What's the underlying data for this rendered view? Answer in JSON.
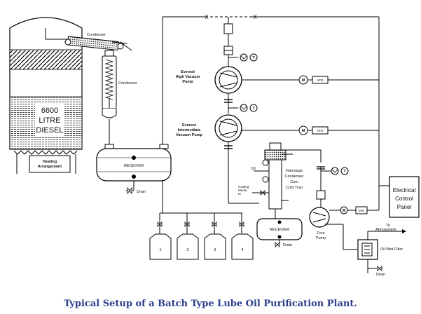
{
  "caption": "Typical Setup of a Batch Type Lube Oil Purification Plant.",
  "labels": {
    "tank_capacity": "6600",
    "tank_unit": "LITRE",
    "tank_fluid": "DIESEL",
    "heating_1": "Heating",
    "heating_2": "Arrangement",
    "condenser_top": "Condenser",
    "condenser_side": "Condenser",
    "receiver_left": "RECEIVER",
    "receiver_bottom": "RECEIVER",
    "drain_left": "Drain",
    "drain_receiver": "Drain",
    "drain_filter": "Drain",
    "pump1_line1": "Everest",
    "pump1_line2": "High Vacuum",
    "pump1_line3": "Pump",
    "pump2_line1": "Everest",
    "pump2_line2": "Intermediate",
    "pump2_line3": "Vacuum Pump",
    "interstage_1": "Interstage",
    "interstage_2": "Condenser",
    "interstage_3": "Cum",
    "interstage_4": "Cold Trap",
    "oil_label": "Oil",
    "cooling_1": "Cooling",
    "cooling_2": "Media",
    "cooling_3": "In",
    "fore_pump_1": "Fore",
    "fore_pump_2": "Pump",
    "panel_1": "Electrical",
    "panel_2": "Control",
    "panel_3": "Panel",
    "to_1": "To",
    "to_2": "Atmosphere",
    "oil_mist_filter": "Oil Mist Filter",
    "motor": "M",
    "vfd": "VFD",
    "dol": "DOL",
    "temp_symbol": "T",
    "break_mark": "X",
    "containers": [
      "1",
      "2",
      "3",
      "4"
    ]
  }
}
